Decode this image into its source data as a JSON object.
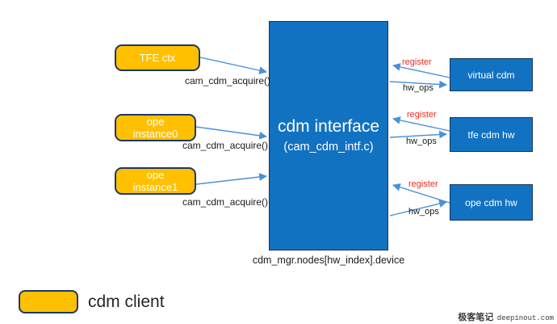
{
  "colors": {
    "client_fill": "#FFC000",
    "client_border": "#1F3864",
    "node_fill": "#1272C2",
    "node_border": "#17375E",
    "arrow": "#4A90D8",
    "register_text": "#F02B1D"
  },
  "center_box": {
    "title": "cdm interface",
    "subtitle": "(cam_cdm_intf.c)",
    "bottom_label": "cdm_mgr.nodes[hw_index].device"
  },
  "clients": [
    {
      "label": "TFE ctx",
      "arrow_label": "cam_cdm_acquire()"
    },
    {
      "label": "ope\ninstance0",
      "arrow_label": "cam_cdm_acquire()"
    },
    {
      "label": "ope\ninstance1",
      "arrow_label": "cam_cdm_acquire()"
    }
  ],
  "hw_nodes": [
    {
      "label": "virtual cdm",
      "register_label": "register",
      "hw_ops_label": "hw_ops"
    },
    {
      "label": "tfe cdm hw",
      "register_label": "register",
      "hw_ops_label": "hw_ops"
    },
    {
      "label": "ope cdm hw",
      "register_label": "register",
      "hw_ops_label": "hw_ops"
    }
  ],
  "legend": {
    "label": "cdm client"
  },
  "watermark": {
    "cn_text": "极客笔记",
    "site_text": "deepinout.com"
  }
}
